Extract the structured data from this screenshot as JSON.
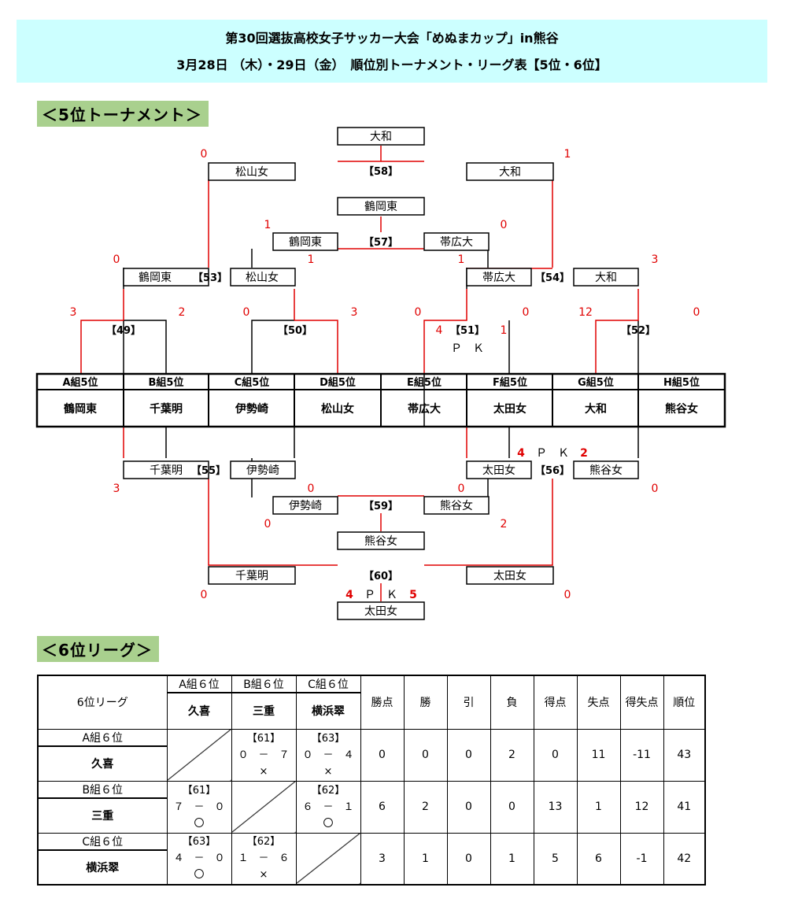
{
  "header": {
    "line1": "第30回選抜高校女子サッカー大会「めぬまカップ」in熊谷",
    "line2": "3月28日 （木）・29日（金）　順位別トーナメント・リーグ表【5位・6位】"
  },
  "section5": "＜5位トーナメント＞",
  "section6": "＜6位リーグ＞",
  "bracket": {
    "groups": [
      {
        "label": "A組5位",
        "team": "鶴岡東"
      },
      {
        "label": "B組5位",
        "team": "千葉明"
      },
      {
        "label": "C組5位",
        "team": "伊勢崎"
      },
      {
        "label": "D組5位",
        "team": "松山女"
      },
      {
        "label": "E組5位",
        "team": "帯広大"
      },
      {
        "label": "F組5位",
        "team": "太田女"
      },
      {
        "label": "G組5位",
        "team": "大和"
      },
      {
        "label": "H組5位",
        "team": "熊谷女"
      }
    ],
    "m49": {
      "num": "【49】",
      "s1": "3",
      "s2": "2"
    },
    "m50": {
      "num": "【50】",
      "s1": "0",
      "s2": "3"
    },
    "m51": {
      "num": "【51】",
      "s1": "0",
      "s2": "0",
      "pk1": "4",
      "pk2": "1",
      "pk": "Ｐ　Ｋ"
    },
    "m52": {
      "num": "【52】",
      "s1": "12",
      "s2": "0"
    },
    "m53": {
      "num": "【53】",
      "t1": "鶴岡東",
      "t2": "松山女",
      "s1": "0",
      "s2": "1"
    },
    "m54": {
      "num": "【54】",
      "t1": "帯広大",
      "t2": "大和",
      "s1": "1",
      "s2": "3"
    },
    "m57": {
      "num": "【57】",
      "t1": "鶴岡東",
      "t2": "帯広大",
      "s1": "1",
      "s2": "0",
      "winner": "鶴岡東"
    },
    "m58": {
      "num": "【58】",
      "t1": "松山女",
      "t2": "大和",
      "s1": "0",
      "s2": "1",
      "winner": "大和"
    },
    "m55": {
      "num": "【55】",
      "t1": "千葉明",
      "t2": "伊勢崎",
      "s1": "3",
      "s2": "0"
    },
    "m56": {
      "num": "【56】",
      "t1": "太田女",
      "t2": "熊谷女",
      "s1": "0",
      "s2": "0",
      "pk1": "4",
      "pk2": "2",
      "pk": "Ｐ　Ｋ"
    },
    "m59": {
      "num": "【59】",
      "t1": "伊勢崎",
      "t2": "熊谷女",
      "s1": "0",
      "s2": "2",
      "winner": "熊谷女"
    },
    "m60": {
      "num": "【60】",
      "t1": "千葉明",
      "t2": "太田女",
      "s1": "0",
      "s2": "0",
      "pk1": "4",
      "pk2": "5",
      "pk": "Ｐ　Ｋ",
      "winner": "太田女"
    }
  },
  "league": {
    "title": "6位リーグ",
    "groups": [
      "A組６位",
      "B組６位",
      "C組６位"
    ],
    "teams": [
      "久喜",
      "三重",
      "横浜翠"
    ],
    "headers": [
      "勝点",
      "勝",
      "引",
      "負",
      "得点",
      "失点",
      "得失点",
      "順位"
    ],
    "rows": [
      {
        "group": "A組６位",
        "team": "久喜",
        "results": [
          null,
          {
            "num": "【61】",
            "score": "０　－　７",
            "mark": "×"
          },
          {
            "num": "【63】",
            "score": "０　－　４",
            "mark": "×"
          }
        ],
        "stats": [
          "0",
          "0",
          "0",
          "2",
          "0",
          "11",
          "-11",
          "43"
        ]
      },
      {
        "group": "B組６位",
        "team": "三重",
        "results": [
          {
            "num": "【61】",
            "score": "７　－　０",
            "mark": "〇"
          },
          null,
          {
            "num": "【62】",
            "score": "６　－　１",
            "mark": "〇"
          }
        ],
        "stats": [
          "6",
          "2",
          "0",
          "0",
          "13",
          "1",
          "12",
          "41"
        ]
      },
      {
        "group": "C組６位",
        "team": "横浜翠",
        "results": [
          {
            "num": "【63】",
            "score": "４　－　０",
            "mark": "〇"
          },
          {
            "num": "【62】",
            "score": "１　－　６",
            "mark": "×"
          },
          null
        ],
        "stats": [
          "3",
          "1",
          "0",
          "1",
          "5",
          "6",
          "-1",
          "42"
        ]
      }
    ]
  }
}
